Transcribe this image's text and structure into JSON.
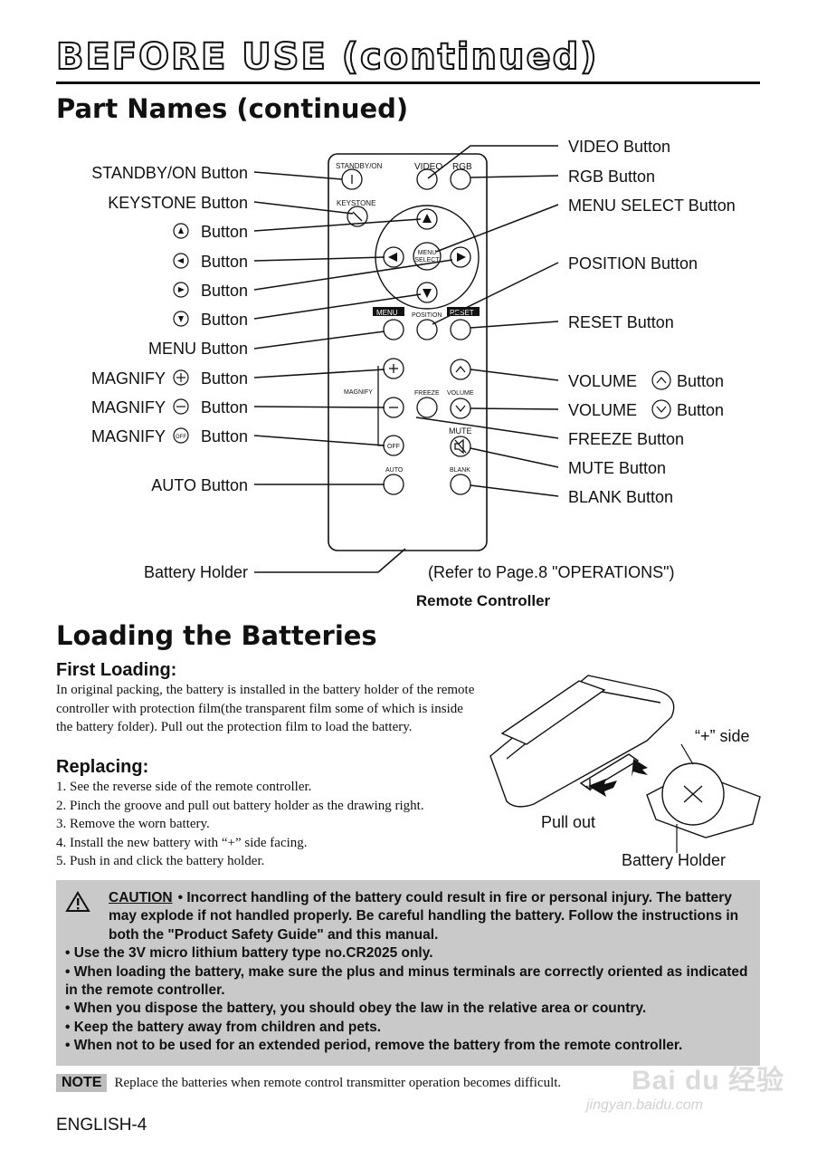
{
  "header": {
    "title": "BEFORE USE (continued)"
  },
  "section1": {
    "title": "Part Names (continued)"
  },
  "remote_labels": {
    "standby": "STANDBY/ON",
    "video": "VIDEO",
    "rgb": "RGB",
    "keystone": "KEYSTONE",
    "menu_select": "MENU SELECT",
    "menu": "MENU",
    "position": "POSITION",
    "reset": "RESET",
    "magnify": "MAGNIFY",
    "freeze": "FREEZE",
    "volume": "VOLUME",
    "mute": "MUTE",
    "off": "OFF",
    "auto": "AUTO",
    "blank": "BLANK"
  },
  "left_callouts": {
    "standby": "STANDBY/ON Button",
    "keystone": "KEYSTONE Button",
    "up": "Button",
    "left": "Button",
    "right": "Button",
    "down": "Button",
    "menu": "MENU Button",
    "magnify_plus_a": "MAGNIFY",
    "magnify_plus_b": "Button",
    "magnify_minus_a": "MAGNIFY",
    "magnify_minus_b": "Button",
    "magnify_off_a": "MAGNIFY",
    "magnify_off_b": "Button",
    "auto": "AUTO Button",
    "battery_holder": "Battery Holder"
  },
  "right_callouts": {
    "video": "VIDEO Button",
    "rgb": "RGB Button",
    "menu_select": "MENU SELECT Button",
    "position": "POSITION Button",
    "reset": "RESET Button",
    "volume_up_a": "VOLUME",
    "volume_up_b": "Button",
    "volume_down_a": "VOLUME",
    "volume_down_b": "Button",
    "freeze": "FREEZE Button",
    "mute": "MUTE Button",
    "blank": "BLANK Button"
  },
  "diagram_notes": {
    "refer": "(Refer to Page.8 \"OPERATIONS\")",
    "caption": "Remote Controller"
  },
  "section2": {
    "title": "Loading the Batteries",
    "first_heading": "First Loading:",
    "first_text": "In original packing, the battery is installed in the battery holder of the remote controller with protection film(the transparent film some of which is inside the battery folder). Pull out the protection film  to load the battery.",
    "replacing_heading": "Replacing:",
    "steps": [
      "1. See the reverse side of the remote controller.",
      "2. Pinch the groove and pull out battery holder as the drawing right.",
      "3. Remove the worn battery.",
      "4. Install the new battery with “+” side facing.",
      "5. Push in and click the battery holder."
    ]
  },
  "battery_drawing": {
    "plus_side": "“+” side",
    "pull_out": "Pull out",
    "battery_holder": "Battery Holder"
  },
  "caution": {
    "label": "CAUTION",
    "line1": "• Incorrect handling of the battery could result in fire or personal injury. The battery may explode if not handled properly. Be careful handling the battery. Follow the instructions in both the \"Product Safety Guide\" and this manual.",
    "bullets": [
      "• Use the 3V micro lithium battery type no.CR2025 only.",
      "• When loading the battery, make sure the plus and minus terminals are correctly oriented as indicated in the remote controller.",
      "• When you dispose the battery, you should obey the law in the relative area or country.",
      "• Keep the battery away from children and pets.",
      "• When not to be used for an extended period, remove the battery from the remote controller."
    ]
  },
  "note": {
    "tag": "NOTE",
    "text": "Replace the batteries when remote control transmitter operation becomes difficult."
  },
  "footer": {
    "page": "ENGLISH-4"
  },
  "watermark": {
    "brand": "Bai du 经验",
    "url": "jingyan.baidu.com"
  }
}
